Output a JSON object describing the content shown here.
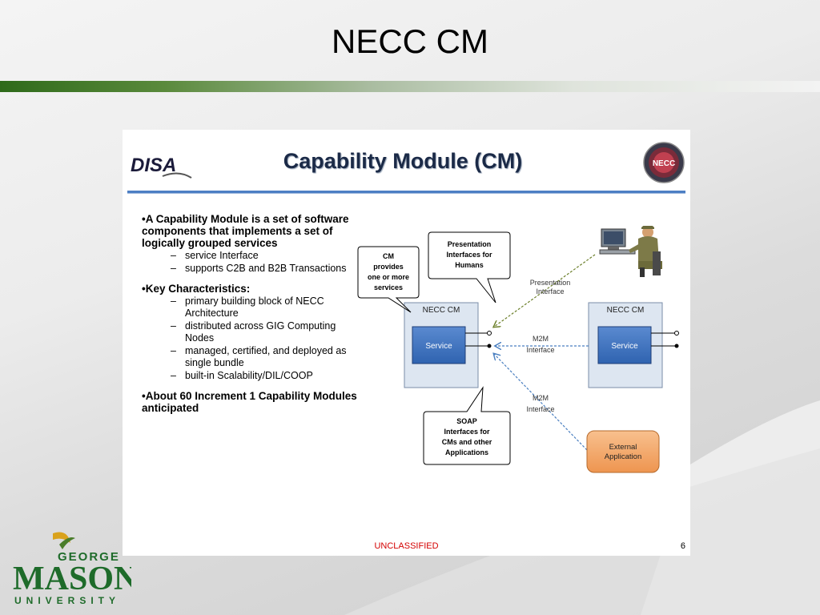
{
  "slide": {
    "title": "NECC CM"
  },
  "panel": {
    "logo_text": "DISA",
    "title": "Capability Module (CM)",
    "seal_text": "NECC",
    "bullets": [
      {
        "text": "•A Capability Module is a set of software components that implements a set of logically grouped services",
        "subs": [
          "service Interface",
          "supports C2B and B2B Transactions"
        ]
      },
      {
        "text": "•Key Characteristics:",
        "subs": [
          "primary building block of NECC Architecture",
          "distributed across GIG Computing Nodes",
          "managed, certified, and deployed as single bundle",
          "built-in Scalability/DIL/COOP"
        ]
      },
      {
        "text": "•About  60 Increment 1 Capability Modules anticipated",
        "subs": []
      }
    ],
    "diagram": {
      "callout_cm": [
        "CM",
        "provides",
        "one or more",
        "services"
      ],
      "callout_presentation": [
        "Presentation",
        "Interfaces for",
        "Humans"
      ],
      "callout_soap": [
        "SOAP",
        "Interfaces for",
        "CMs and other",
        "Applications"
      ],
      "left_box_label": "NECC CM",
      "left_service_label": "Service",
      "right_box_label": "NECC CM",
      "right_service_label": "Service",
      "presentation_interface": [
        "Presentation",
        "Interface"
      ],
      "m2m_interface_1": [
        "M2M",
        "Interface"
      ],
      "m2m_interface_2": [
        "M2M",
        "Interface"
      ],
      "external_app": [
        "External",
        "Application"
      ]
    },
    "footer_classification": "UNCLASSIFIED",
    "page_number": "6"
  },
  "university_logo": {
    "line1": "GEORGE",
    "line2": "MASON",
    "line3": "UNIVERSITY"
  },
  "colors": {
    "brand_green": "#2e6a1a",
    "service_blue": "#3f74c2",
    "external_orange": "#f2a366",
    "classification_red": "#d40000"
  }
}
